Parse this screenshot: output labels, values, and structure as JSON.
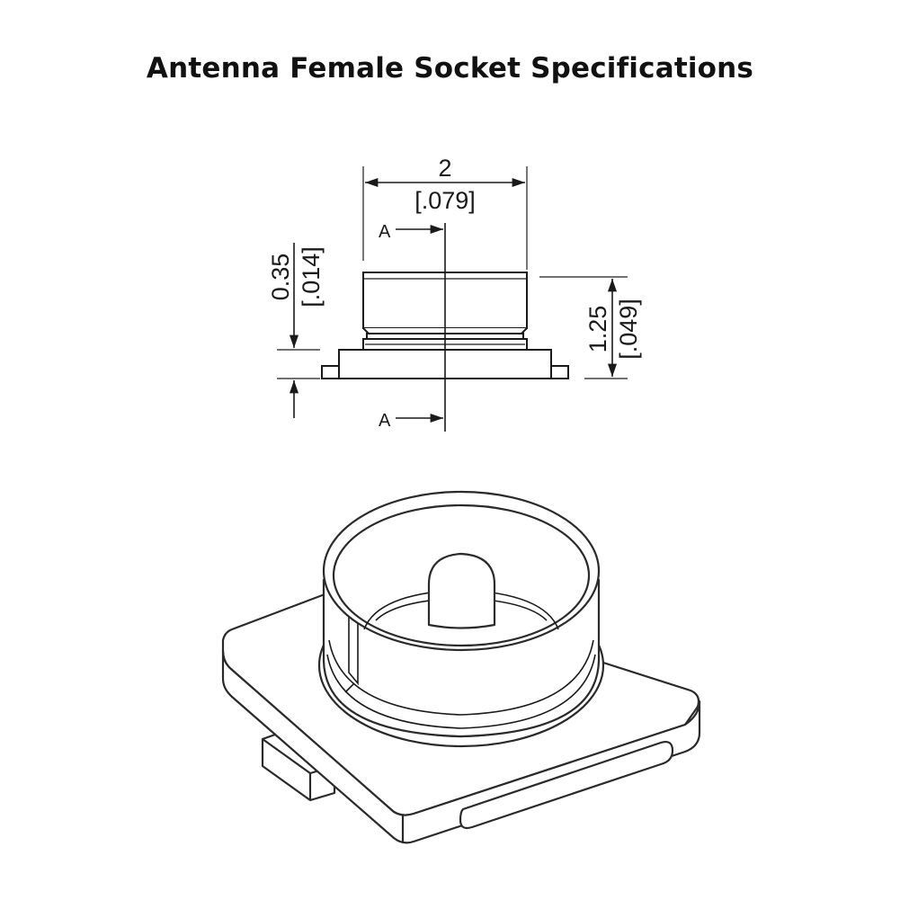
{
  "title": "Antenna Female Socket Specifications",
  "dimensions": {
    "width": {
      "mm": "2",
      "inch": "[.079]"
    },
    "step_height": {
      "mm": "0.35",
      "inch": "[.014]"
    },
    "total_height": {
      "mm": "1.25",
      "inch": "[.049]"
    }
  },
  "section_labels": {
    "top": "A",
    "bottom": "A"
  },
  "colors": {
    "line": "#1a1a1a",
    "background": "#ffffff"
  }
}
